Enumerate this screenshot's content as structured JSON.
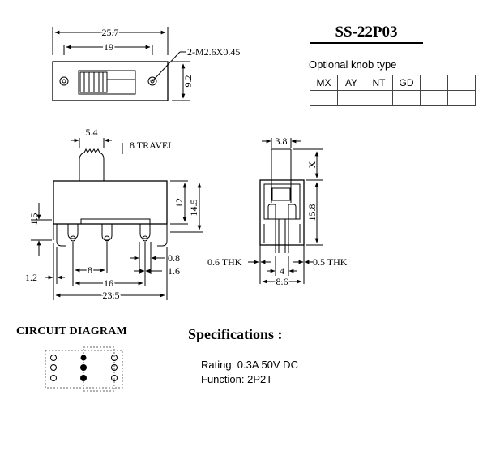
{
  "model": "SS-22P03",
  "optional_knob": {
    "label": "Optional knob type",
    "types": [
      "MX",
      "AY",
      "NT",
      "GD",
      "",
      ""
    ]
  },
  "top_view": {
    "dim_overall": "25.7",
    "dim_holes": "19",
    "dim_height": "9.2",
    "holes_note": "2-M2.6X0.45"
  },
  "front_view": {
    "knob_width": "5.4",
    "travel": "8 TRAVEL",
    "dim_12": "12",
    "dim_14_5": "14.5",
    "dim_1_5": "1.5",
    "dim_1_2": "1.2",
    "dim_8": "8",
    "dim_16": "16",
    "dim_23_5": "23.5",
    "dim_0_8": "0.8",
    "dim_1_6": "1.6"
  },
  "side_view": {
    "dim_3_8": "3.8",
    "dim_x": "X",
    "dim_15_8": "15.8",
    "thk_left": "0.6 THK",
    "thk_right": "0.5 THK",
    "dim_4": "4",
    "dim_8_6": "8.6"
  },
  "circuit": {
    "title": "CIRCUIT DIAGRAM"
  },
  "specs": {
    "title": "Specifications :",
    "rating": "Rating: 0.3A 50V DC",
    "function": "Function: 2P2T"
  }
}
